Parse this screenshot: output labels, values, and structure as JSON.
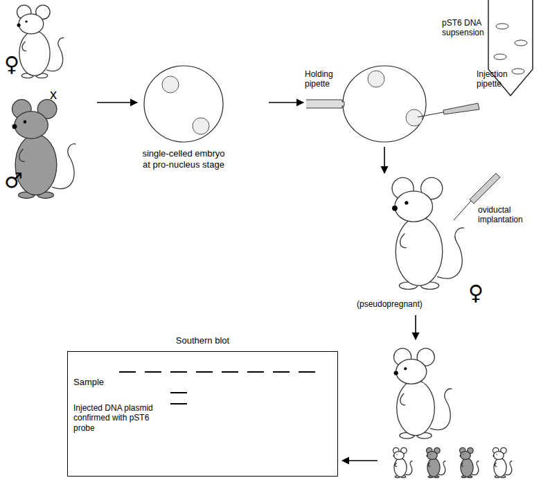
{
  "diagram": {
    "nodes": [
      {
        "text": [
          "single-celled embryo at pro-nucleus stage"
        ]
      },
      {
        "text": [
          "Southern blot",
          "Sample",
          "Injected DNA plasmid confirmed with pST6 probe"
        ]
      }
    ],
    "labels": [
      "♀",
      "x",
      "♂",
      "pST6 DNA supsension",
      "Holding pipette",
      "Injection pipette",
      "oviductal implantation",
      "(pseudopregnant)",
      "♀"
    ]
  }
}
